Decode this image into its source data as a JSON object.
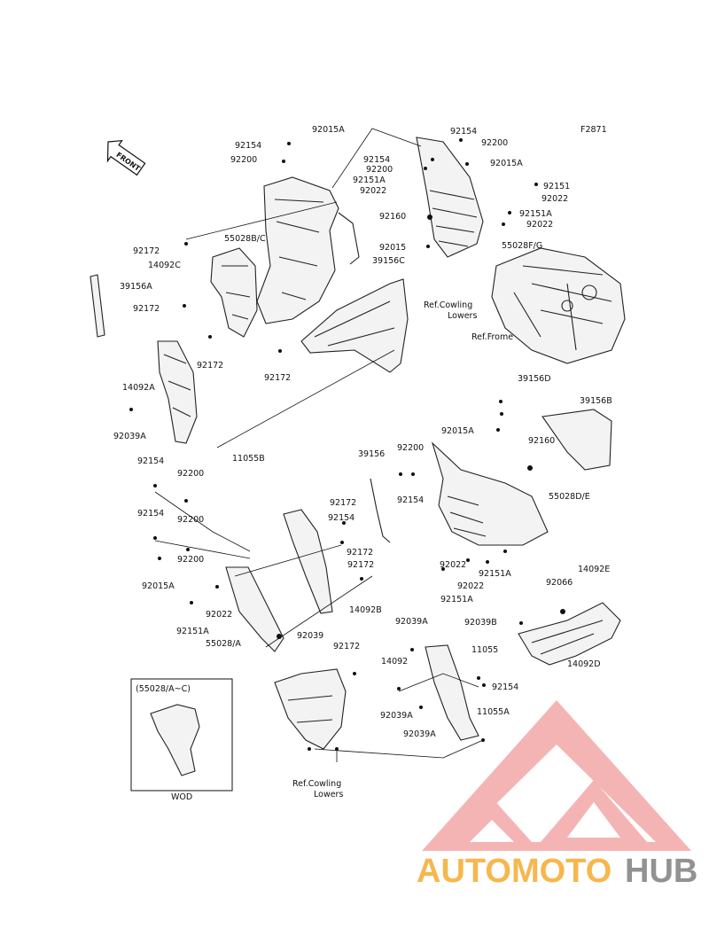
{
  "figure_code": "F2871",
  "front_label": "FRONT",
  "ref_labels": {
    "cowling_lowers_top": [
      "Ref.Cowling",
      "Lowers"
    ],
    "frame": "Ref.Frome",
    "cowling_lowers_bottom": [
      "Ref.Cowling",
      "Lowers"
    ]
  },
  "inset": {
    "title": "(55028/A~C)",
    "caption": "WOD"
  },
  "callouts": [
    "92015A",
    "92154",
    "92200",
    "92154",
    "92200",
    "92015A",
    "92154",
    "92200",
    "92151A",
    "92022",
    "92151",
    "92022",
    "92151A",
    "92022",
    "92160",
    "92015",
    "55028F/G",
    "92172",
    "55028B/C",
    "14092C",
    "39156C",
    "39156A",
    "92172",
    "Ref.Cowling",
    "Lowers",
    "Ref.Frome",
    "92172",
    "92172",
    "39156D",
    "14092A",
    "92039A",
    "11055B",
    "92154",
    "92200",
    "39156B",
    "92015A",
    "92160",
    "39156",
    "92200",
    "92154",
    "55028D/E",
    "92154",
    "92200",
    "92172",
    "92154",
    "92200",
    "92172",
    "92172",
    "92015A",
    "92022",
    "92022",
    "92151A",
    "92022",
    "92151A",
    "14092E",
    "92066",
    "14092B",
    "92039",
    "92151A",
    "55028/A",
    "92039A",
    "92039B",
    "92172",
    "14092",
    "11055",
    "92154",
    "14092D",
    "92039A",
    "11055A",
    "92039A"
  ],
  "watermark": {
    "part1": "AUTOMOTO",
    "part2": "HUB",
    "color1": "#f5a623",
    "color2": "#777777",
    "triangle_color": "#f08080"
  }
}
